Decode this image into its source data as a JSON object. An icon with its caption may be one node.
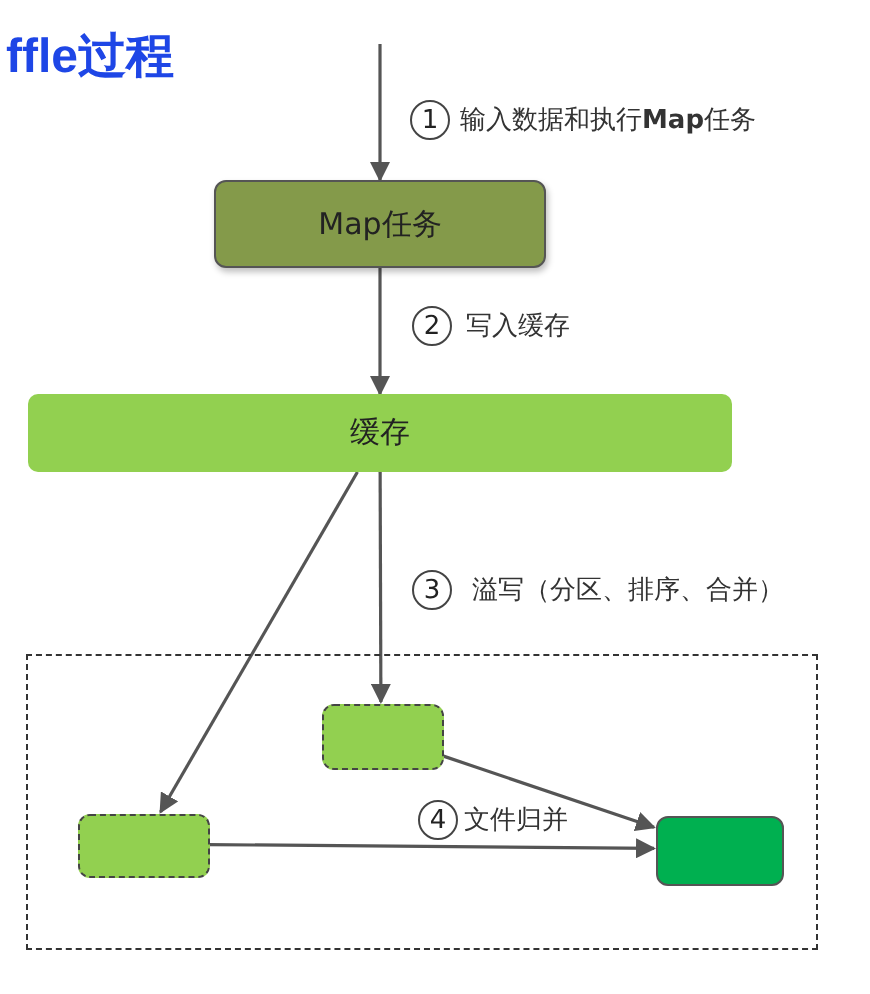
{
  "diagram": {
    "title": "ffle过程",
    "nodes": [
      {
        "text": [
          "Map任务"
        ]
      },
      {
        "text": [
          "缓存"
        ]
      },
      {
        "text": [],
        "shape": "box"
      },
      {
        "text": [],
        "shape": "box",
        "in": 2
      },
      {
        "text": [],
        "shape": "box",
        "in": 2
      },
      {
        "text": [],
        "shape": "box",
        "in": 2
      }
    ],
    "edges": [
      {
        "from": null,
        "to": 0,
        "arrow": "to",
        "label": "输入数据和执行**Map**任务"
      },
      {
        "from": 0,
        "to": 1,
        "arrow": "to",
        "label": "写入缓存"
      },
      {
        "from": 1,
        "to": 4,
        "arrow": "to"
      },
      {
        "from": 1,
        "to": 3,
        "arrow": "to",
        "label": "溢写（分区、排序、合并）"
      },
      {
        "from": 4,
        "to": 5,
        "arrow": "to",
        "label": "文件归并"
      },
      {
        "from": 3,
        "to": 5,
        "arrow": "to"
      }
    ],
    "labels": [
      "1",
      "2",
      "3",
      "4"
    ]
  }
}
